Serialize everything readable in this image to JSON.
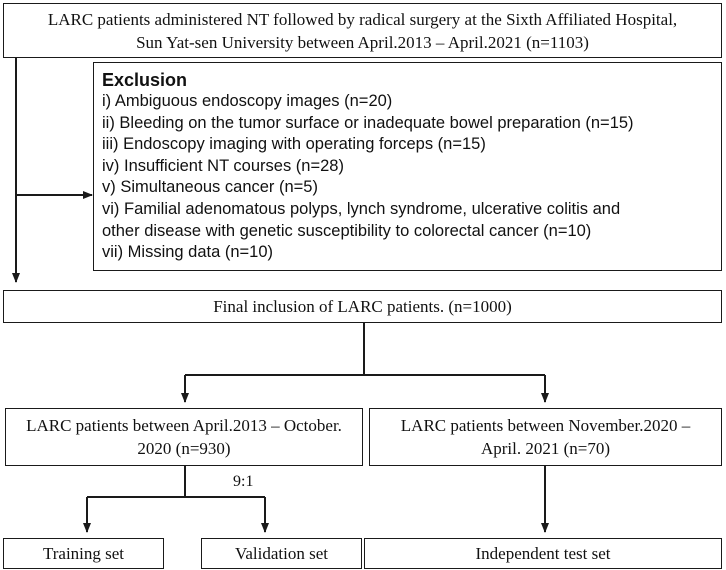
{
  "boxes": {
    "source": {
      "line1": "LARC patients administered NT followed by radical surgery at the Sixth Affiliated Hospital,",
      "line2": "Sun Yat-sen University between April.2013 – April.2021 (n=1103)"
    },
    "exclusion": {
      "title": "Exclusion",
      "items": [
        "i) Ambiguous endoscopy images (n=20)",
        "ii) Bleeding on the tumor surface or inadequate bowel preparation (n=15)",
        "iii) Endoscopy imaging with operating forceps (n=15)",
        "iv) Insufficient NT courses (n=28)",
        "v) Simultaneous cancer (n=5)",
        "vi) Familial adenomatous polyps, lynch syndrome, ulcerative colitis and",
        "other disease with genetic susceptibility to colorectal cancer (n=10)",
        "vii) Missing data (n=10)"
      ]
    },
    "final": {
      "text": "Final inclusion of LARC patients. (n=1000)"
    },
    "cohort_a": {
      "line1": "LARC patients between April.2013 – October.",
      "line2": "2020 (n=930)"
    },
    "cohort_b": {
      "line1": "LARC patients between November.2020 –",
      "line2": "April. 2021 (n=70)"
    },
    "training": {
      "text": "Training set"
    },
    "validation": {
      "text": "Validation set"
    },
    "test": {
      "text": "Independent test set"
    }
  },
  "split_ratio": "9:1",
  "colors": {
    "line": "#1a1a1a",
    "text": "#111111",
    "background": "#ffffff"
  }
}
